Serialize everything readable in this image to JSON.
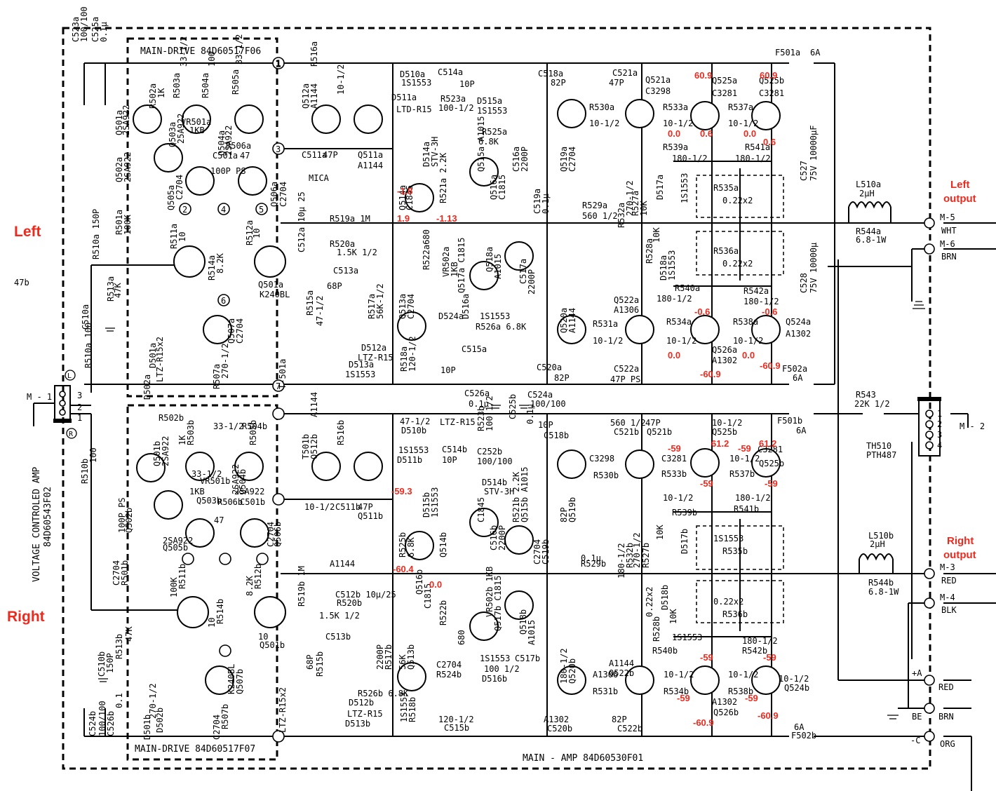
{
  "sides": {
    "left": "Left",
    "right": "Right"
  },
  "outputs": {
    "left": [
      "Left",
      "output"
    ],
    "right": [
      "Right",
      "output"
    ]
  },
  "titles": {
    "main_drive_top": "MAIN-DRIVE  84D60517F06",
    "main_drive_bottom": "MAIN-DRIVE  84D60517F07",
    "main_amp": "MAIN - AMP     84D60530F01",
    "vca": [
      "VOLTAGE CONTROLED AMP",
      "84D60543F02"
    ]
  },
  "connectors": {
    "m1": {
      "label": "M - 1",
      "pins": [
        "3",
        "2",
        "1"
      ],
      "mark": "R",
      "l": "L"
    },
    "m2": {
      "label": "M - 2",
      "pins": [
        "1",
        "2",
        "3",
        "4"
      ]
    },
    "outs": [
      {
        "id": "M-5",
        "wire": "WHT"
      },
      {
        "id": "M-6",
        "wire": "BRN"
      },
      {
        "id": "M-3",
        "wire": "RED"
      },
      {
        "id": "M-4",
        "wire": "BLK"
      }
    ],
    "supply": [
      {
        "id": "+A",
        "wire": "RED"
      },
      {
        "id": "BE",
        "wire": "BRN"
      },
      {
        "id": "-C",
        "wire": "ORG"
      }
    ]
  },
  "node_labels": [
    "1",
    "3",
    "2",
    "4",
    "5",
    "6",
    "7"
  ],
  "voltages": {
    "top": [
      {
        "t": "60.9",
        "cls": "q525a"
      },
      {
        "t": "60.9",
        "cls": "q525b"
      },
      {
        "t": "0.0",
        "cls": "r533"
      },
      {
        "t": "0.6",
        "cls": "q525a-b"
      },
      {
        "t": "0.0",
        "cls": "r537"
      },
      {
        "t": "0.6",
        "cls": "r541"
      },
      {
        "t": "-1.8",
        "cls": "q514a"
      },
      {
        "t": "1.9",
        "cls": "r514-bot"
      },
      {
        "t": "-1.13",
        "cls": "r521"
      },
      {
        "t": "-0.6",
        "cls": "r534"
      },
      {
        "t": "-0.6",
        "cls": "r538"
      },
      {
        "t": "0.0",
        "cls": "q526-e"
      },
      {
        "t": "0.0",
        "cls": "q524-e"
      },
      {
        "t": "-60.9",
        "cls": "q526"
      },
      {
        "t": "-60.9",
        "cls": "q524"
      }
    ],
    "bottom": [
      {
        "t": "-59",
        "cls": "r533b"
      },
      {
        "t": "61.2",
        "cls": "q525b1"
      },
      {
        "t": "-59",
        "cls": "r537b"
      },
      {
        "t": "61.2",
        "cls": "q525b2"
      },
      {
        "t": "-59",
        "cls": "q525b1-e"
      },
      {
        "t": "-59",
        "cls": "q525b2-e"
      },
      {
        "t": "-59.3",
        "cls": "q514b-top"
      },
      {
        "t": "-60.4",
        "cls": "q514b"
      },
      {
        "t": "0.0",
        "cls": "r522b"
      },
      {
        "t": "-59",
        "cls": "r540b"
      },
      {
        "t": "-59",
        "cls": "r542b"
      },
      {
        "t": "-59",
        "cls": "r534b"
      },
      {
        "t": "-59",
        "cls": "r538b"
      },
      {
        "t": "-60.9",
        "cls": "q526b"
      },
      {
        "t": "-60.9",
        "cls": "q524b"
      }
    ]
  },
  "labels": [
    "C523a",
    "100/100",
    "C525a",
    "0.1μ",
    "R502a",
    "1K",
    "R503a",
    "33-1/2",
    "R504a",
    "100",
    "R505a",
    "33-1/2",
    "Q501a",
    "2SA922",
    "VR501a",
    "1KB",
    "Q503a",
    "25A922",
    "Q504a",
    "2SA922",
    "Q502a",
    "2SA922",
    "R506a",
    "C501a",
    "47",
    "100P PS",
    "Q505a",
    "C2704",
    "Q506a",
    "C2704",
    "R501a",
    "100K",
    "R511a",
    "10",
    "R514a",
    "8.2K",
    "R512a",
    "10",
    "Q501a",
    "K240BL",
    "R510a 150P",
    "C510a",
    "R513a",
    "47K",
    "Q507a",
    "C2704",
    "R507a",
    "270-1/2",
    "D501a",
    "D502a",
    "LTZ-R15x2",
    "T-501a",
    "R510a 100",
    "Q512a",
    "A1144",
    "R516a",
    "10-1/2",
    "C511a",
    "47P",
    "Q511a",
    "A1144",
    "MICA",
    "R519a 1M",
    "C512a 10μ 25",
    "R520a",
    "1.5K 1/2",
    "C513a",
    "68P",
    "R515a",
    "47-1/2",
    "D510a",
    "1S1553",
    "D511a",
    "LTD-R15",
    "C514a",
    "10P",
    "R523a",
    "100-1/2",
    "D515a",
    "1S1553",
    "D514a",
    "STV-3H",
    "R525a",
    "6.8K",
    "Q514a",
    "C1845",
    "R521a 2.2K",
    "Q515a A1015",
    "C516a",
    "2200P",
    "Q516a",
    "C1815",
    "R522a680",
    "VR502a",
    "1KB",
    "Q517a C1815",
    "Q518a",
    "A1015",
    "C517a",
    "2200P",
    "R517a",
    "56K-1/2",
    "Q513a",
    "C2704",
    "D524a",
    "D516a",
    "1S1553",
    "R526a 6.8K",
    "D512a",
    "LTZ-R15",
    "D513a",
    "1S1553",
    "R518a",
    "120-1/2",
    "C515a",
    "10P",
    "C518a",
    "82P",
    "Q519a",
    "C2704",
    "C519a",
    "0.1μ",
    "R529a",
    "560 1/2",
    "C521a",
    "47P",
    "Q521a",
    "C3298",
    "R530a",
    "10-1/2",
    "Q525a",
    "C3281",
    "Q525b",
    "C3281",
    "R533a",
    "10-1/2",
    "R537a",
    "10-1/2",
    "R539a",
    "180-1/2",
    "R541a",
    "180-1/2",
    "R532a",
    "270-1/2",
    "R527a",
    "10K",
    "D517a",
    "1S1553",
    "R535a",
    "0.22x2",
    "R536a",
    "0.22x2",
    "R528a",
    "10K",
    "D518a",
    "1S1553",
    "R540a",
    "180-1/2",
    "R542a",
    "180-1/2",
    "Q520a",
    "A1144",
    "Q522a",
    "A1306",
    "R531a",
    "10-1/2",
    "R534a",
    "10-1/2",
    "R538a",
    "10-1/2",
    "Q524a",
    "A1302",
    "Q526a",
    "A1302",
    "C520a",
    "82P",
    "C522a",
    "47P PS",
    "F501a",
    "6A",
    "F502a",
    "6A",
    "C527",
    "75V 10000μF",
    "C528",
    "75V 10000μ",
    "L510a",
    "2μH",
    "R544a",
    "6.8-1W",
    "C526a",
    "0.1μ",
    "C524a",
    "100/100",
    "R543",
    "22K 1/2",
    "TH510",
    "PTH487",
    "F501b",
    "6A",
    "F502b",
    "6A",
    "L510b",
    "2μH",
    "R544b",
    "6.8-1W",
    "C524b",
    "100/100",
    "C526b",
    "0.1",
    "R510b",
    "100",
    "C510b",
    "150P",
    "R513b",
    "47K",
    "Q501b",
    "2SA922",
    "R502b",
    "1K",
    "R503b",
    "33-1/2",
    "R504b",
    "R505b",
    "33-1/2",
    "VR501b",
    "1KB",
    "Q503b",
    "2SA922",
    "Q504b",
    "2SA922",
    "R506b",
    "C501b",
    "47",
    "100P PS",
    "Q502b",
    "2SA922",
    "Q505b",
    "C2704",
    "Q506b",
    "C2704",
    "R501b",
    "100K",
    "R511b",
    "10",
    "R514b",
    "8.2K",
    "R512b",
    "10",
    "Q501b",
    "K240BL",
    "Q507b",
    "C2704",
    "R507b",
    "270-1/2",
    "D501b",
    "D502b",
    "LTZ-R15x2",
    "T501b",
    "Q512b",
    "A1144",
    "R516b",
    "10-1/2",
    "C511b",
    "47P",
    "Q511b",
    "A1144",
    "R519b 1M",
    "C512b 10μ/25",
    "R520b",
    "1.5K 1/2",
    "C513b",
    "68P",
    "R515b",
    "47-1/2",
    "D510b",
    "1S1553",
    "D511b",
    "LTZ-R15",
    "C514b",
    "10P",
    "R523b",
    "100 1/2",
    "C525b",
    "0.1μ",
    "C252b",
    "100/100",
    "D515b",
    "1S1553",
    "D514b",
    "STV-3H",
    "R525b",
    "6.8K",
    "Q514b",
    "C1845",
    "R521b 2.2K",
    "Q515b A1015",
    "C516b",
    "2200P",
    "Q516b",
    "C1815",
    "R522b",
    "680",
    "VR502b 1KB",
    "Q517b C1815",
    "Q518b",
    "A1015",
    "C517b",
    "2200P",
    "R517b",
    "56K",
    "Q513b",
    "C2704",
    "R524b",
    "100 1/2",
    "D516b",
    "1S1553",
    "R526b 6.8K",
    "D512b",
    "LTZ-R15",
    "D513b",
    "1S1553",
    "R518b",
    "120-1/2",
    "C515b",
    "10P",
    "C518b",
    "82P",
    "Q519b",
    "C2704",
    "C519b",
    "0.1μ",
    "R529b",
    "560 1/2",
    "C521b",
    "47P",
    "Q521b",
    "C3298",
    "R530b",
    "10-1/2",
    "Q525b",
    "C3281",
    "Q525b",
    "C3281",
    "R533b",
    "10-1/2",
    "R537b",
    "10-1/2",
    "R539b",
    "180-1/2",
    "R541b",
    "180-1/2",
    "R532b",
    "270-1/2",
    "R527b",
    "10K",
    "D517b",
    "1S1553",
    "R535b",
    "0.22x2",
    "R536b",
    "0.22x2",
    "R528b",
    "D518b",
    "10K",
    "1S1553",
    "R540b",
    "180-1/2",
    "R542b",
    "180-1/2",
    "Q520b",
    "A1144",
    "Q522b",
    "A1306",
    "R531b",
    "10-1/2",
    "R534b",
    "10-1/2",
    "R538b",
    "10-1/2",
    "Q524b",
    "A1302",
    "Q526b",
    "A1302",
    "C520b",
    "82P",
    "C522b",
    "47b"
  ]
}
